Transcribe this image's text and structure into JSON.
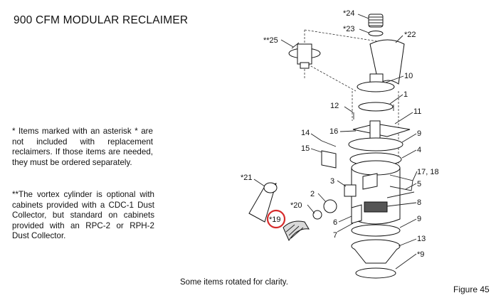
{
  "title": "900 CFM MODULAR RECLAIMER",
  "notes": {
    "asterisk": "* Items marked with an asterisk * are not included with replacement reclaimers. If those items are needed, they must be ordered separately.",
    "double_asterisk": "**The vortex cylinder is optional with cabinets provided with a CDC-1 Dust Collector, but standard on cabinets provided with an RPC-2 or RPH-2 Dust Collector."
  },
  "caption": "Some items rotated for clarity.",
  "figure": "Figure 45",
  "highlight_color": "#d62b2b",
  "callouts": {
    "c24": "*24",
    "c23": "*23",
    "c22": "*22",
    "c25": "**25",
    "c10": "10",
    "c1": "1",
    "c12": "12",
    "c11": "11",
    "c14": "14",
    "c16": "16",
    "c9a": "9",
    "c15": "15",
    "c4": "4",
    "c21": "*21",
    "c1718": "17, 18",
    "c3": "3",
    "c5": "5",
    "c2": "2",
    "c8": "8",
    "c20": "*20",
    "c19": "*19",
    "c6": "6",
    "c9b": "9",
    "c7": "7",
    "c13": "13",
    "c9c": "*9"
  }
}
